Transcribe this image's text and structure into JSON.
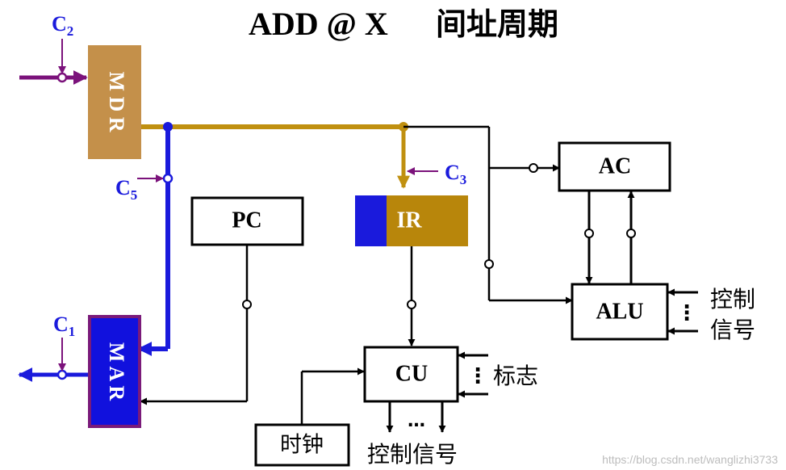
{
  "title": {
    "instruction": "ADD @ X",
    "cycle": "间址周期"
  },
  "registers": {
    "mdr": "M D R",
    "mar": "M A R",
    "pc": "PC",
    "ir": "IR",
    "ac": "AC",
    "alu": "ALU",
    "cu": "CU",
    "clock": "时钟"
  },
  "control_points": {
    "c1": {
      "letter": "C",
      "sub": "1"
    },
    "c2": {
      "letter": "C",
      "sub": "2"
    },
    "c3": {
      "letter": "C",
      "sub": "3"
    },
    "c5": {
      "letter": "C",
      "sub": "5"
    }
  },
  "labels": {
    "alu_control_line1": "控制",
    "alu_control_line2": "信号",
    "flags": "标志",
    "cu_output": "控制信号",
    "cu_output_ellipsis": "…",
    "vertical_ellipsis": "⋮"
  },
  "watermark": "https://blog.csdn.net/wanglizhi3733",
  "colors": {
    "mdr_fill": "#c4904a",
    "mar_fill": "#1111dd",
    "mar_border": "#7a1a7a",
    "ir_fill": "#b8860b",
    "ir_field": "#1a1adc",
    "data_bus": "#c09010",
    "blue_path": "#1a1adc",
    "control_purple": "#7b127b",
    "black": "#000000"
  }
}
